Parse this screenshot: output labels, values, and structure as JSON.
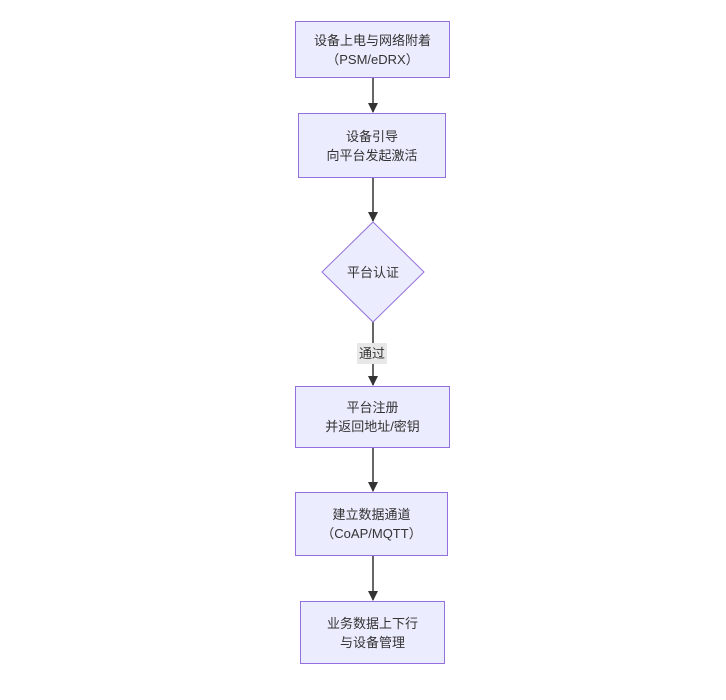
{
  "diagram": {
    "type": "flowchart-top-down",
    "colors": {
      "node_fill": "#ECECFF",
      "node_border": "#9370DB",
      "arrow": "#333333",
      "text": "#333333",
      "edge_label_bg": "#e8e8e8",
      "background": "#ffffff"
    },
    "nodes": [
      {
        "id": "A",
        "shape": "rect",
        "lines": [
          "设备上电与网络附着",
          "（PSM/eDRX）"
        ]
      },
      {
        "id": "B",
        "shape": "rect",
        "lines": [
          "设备引导",
          "向平台发起激活"
        ]
      },
      {
        "id": "C",
        "shape": "diamond",
        "lines": [
          "平台认证"
        ]
      },
      {
        "id": "D",
        "shape": "rect",
        "lines": [
          "平台注册",
          "并返回地址/密钥"
        ]
      },
      {
        "id": "E",
        "shape": "rect",
        "lines": [
          "建立数据通道",
          "（CoAP/MQTT）"
        ]
      },
      {
        "id": "F",
        "shape": "rect",
        "lines": [
          "业务数据上下行",
          "与设备管理"
        ]
      }
    ],
    "edges": [
      {
        "from": "A",
        "to": "B",
        "label": ""
      },
      {
        "from": "B",
        "to": "C",
        "label": ""
      },
      {
        "from": "C",
        "to": "D",
        "label": "通过"
      },
      {
        "from": "D",
        "to": "E",
        "label": ""
      },
      {
        "from": "E",
        "to": "F",
        "label": ""
      }
    ]
  }
}
